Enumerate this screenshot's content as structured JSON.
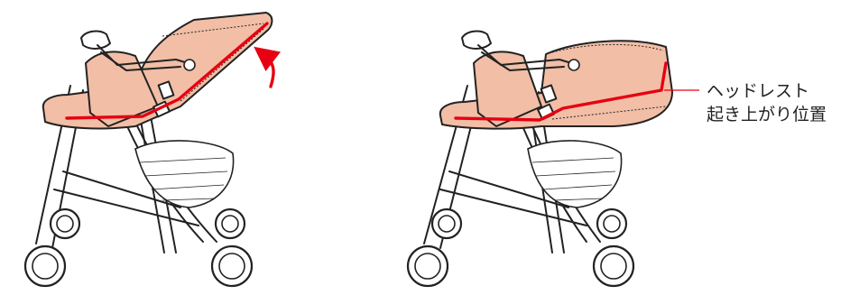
{
  "annotation": {
    "line1": "ヘッドレスト",
    "line2": "起き上がり位置"
  },
  "colors": {
    "seat_fill": "#f2bea6",
    "highlight_red": "#e60012",
    "outline": "#222222"
  },
  "icons": {
    "left": "stroller-headrest-lowered",
    "right": "stroller-headrest-raised",
    "arrow": "curved-up-arrow"
  }
}
